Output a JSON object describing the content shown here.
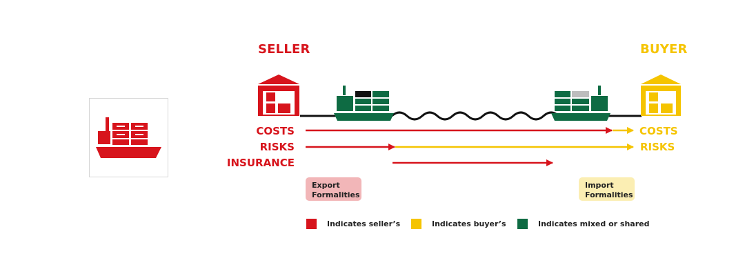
{
  "colors": {
    "seller": "#d7141c",
    "buyer": "#f5c400",
    "shared": "#0e6b43",
    "line": "#111111",
    "export_bg": "#f2b6b8",
    "import_bg": "#fbeeb3",
    "gray_container": "#bdbdbd",
    "black_container": "#111111"
  },
  "icons": {
    "mode_icon": "cargo-ship-icon",
    "seller_building": "warehouse-icon",
    "buyer_building": "warehouse-icon",
    "departing_ship": "container-ship-icon",
    "arriving_ship": "container-ship-icon"
  },
  "seller": {
    "title": "SELLER"
  },
  "buyer": {
    "title": "BUYER"
  },
  "labels": {
    "seller": [
      "COSTS",
      "RISKS",
      "INSURANCE"
    ],
    "buyer": [
      "COSTS",
      "RISKS"
    ]
  },
  "formalities": {
    "export": [
      "Export",
      "Formalities"
    ],
    "import": [
      "Import",
      "Formalities"
    ]
  },
  "legend": [
    {
      "color": "#d7141c",
      "text": "Indicates seller’s"
    },
    {
      "color": "#f5c400",
      "text": "Indicates buyer’s"
    },
    {
      "color": "#0e6b43",
      "text": "Indicates mixed or shared"
    }
  ]
}
